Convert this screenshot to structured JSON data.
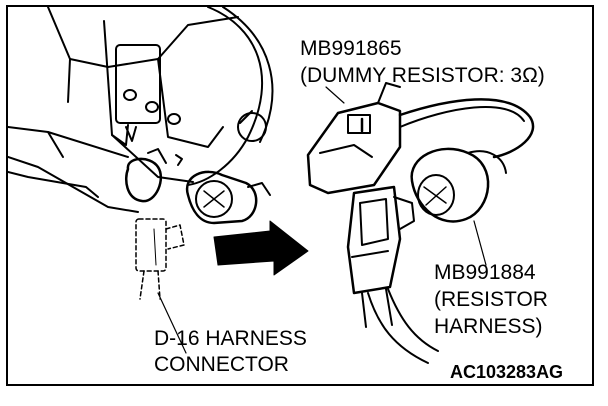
{
  "labels": {
    "dummy_resistor": {
      "part_number": "MB991865",
      "description": "(DUMMY RESISTOR: 3Ω)"
    },
    "resistor_harness": {
      "part_number": "MB991884",
      "line2": "(RESISTOR",
      "line3": "HARNESS)"
    },
    "harness_connector": {
      "line1": "D-16  HARNESS",
      "line2": "CONNECTOR"
    },
    "figure_id": "AC103283AG"
  }
}
